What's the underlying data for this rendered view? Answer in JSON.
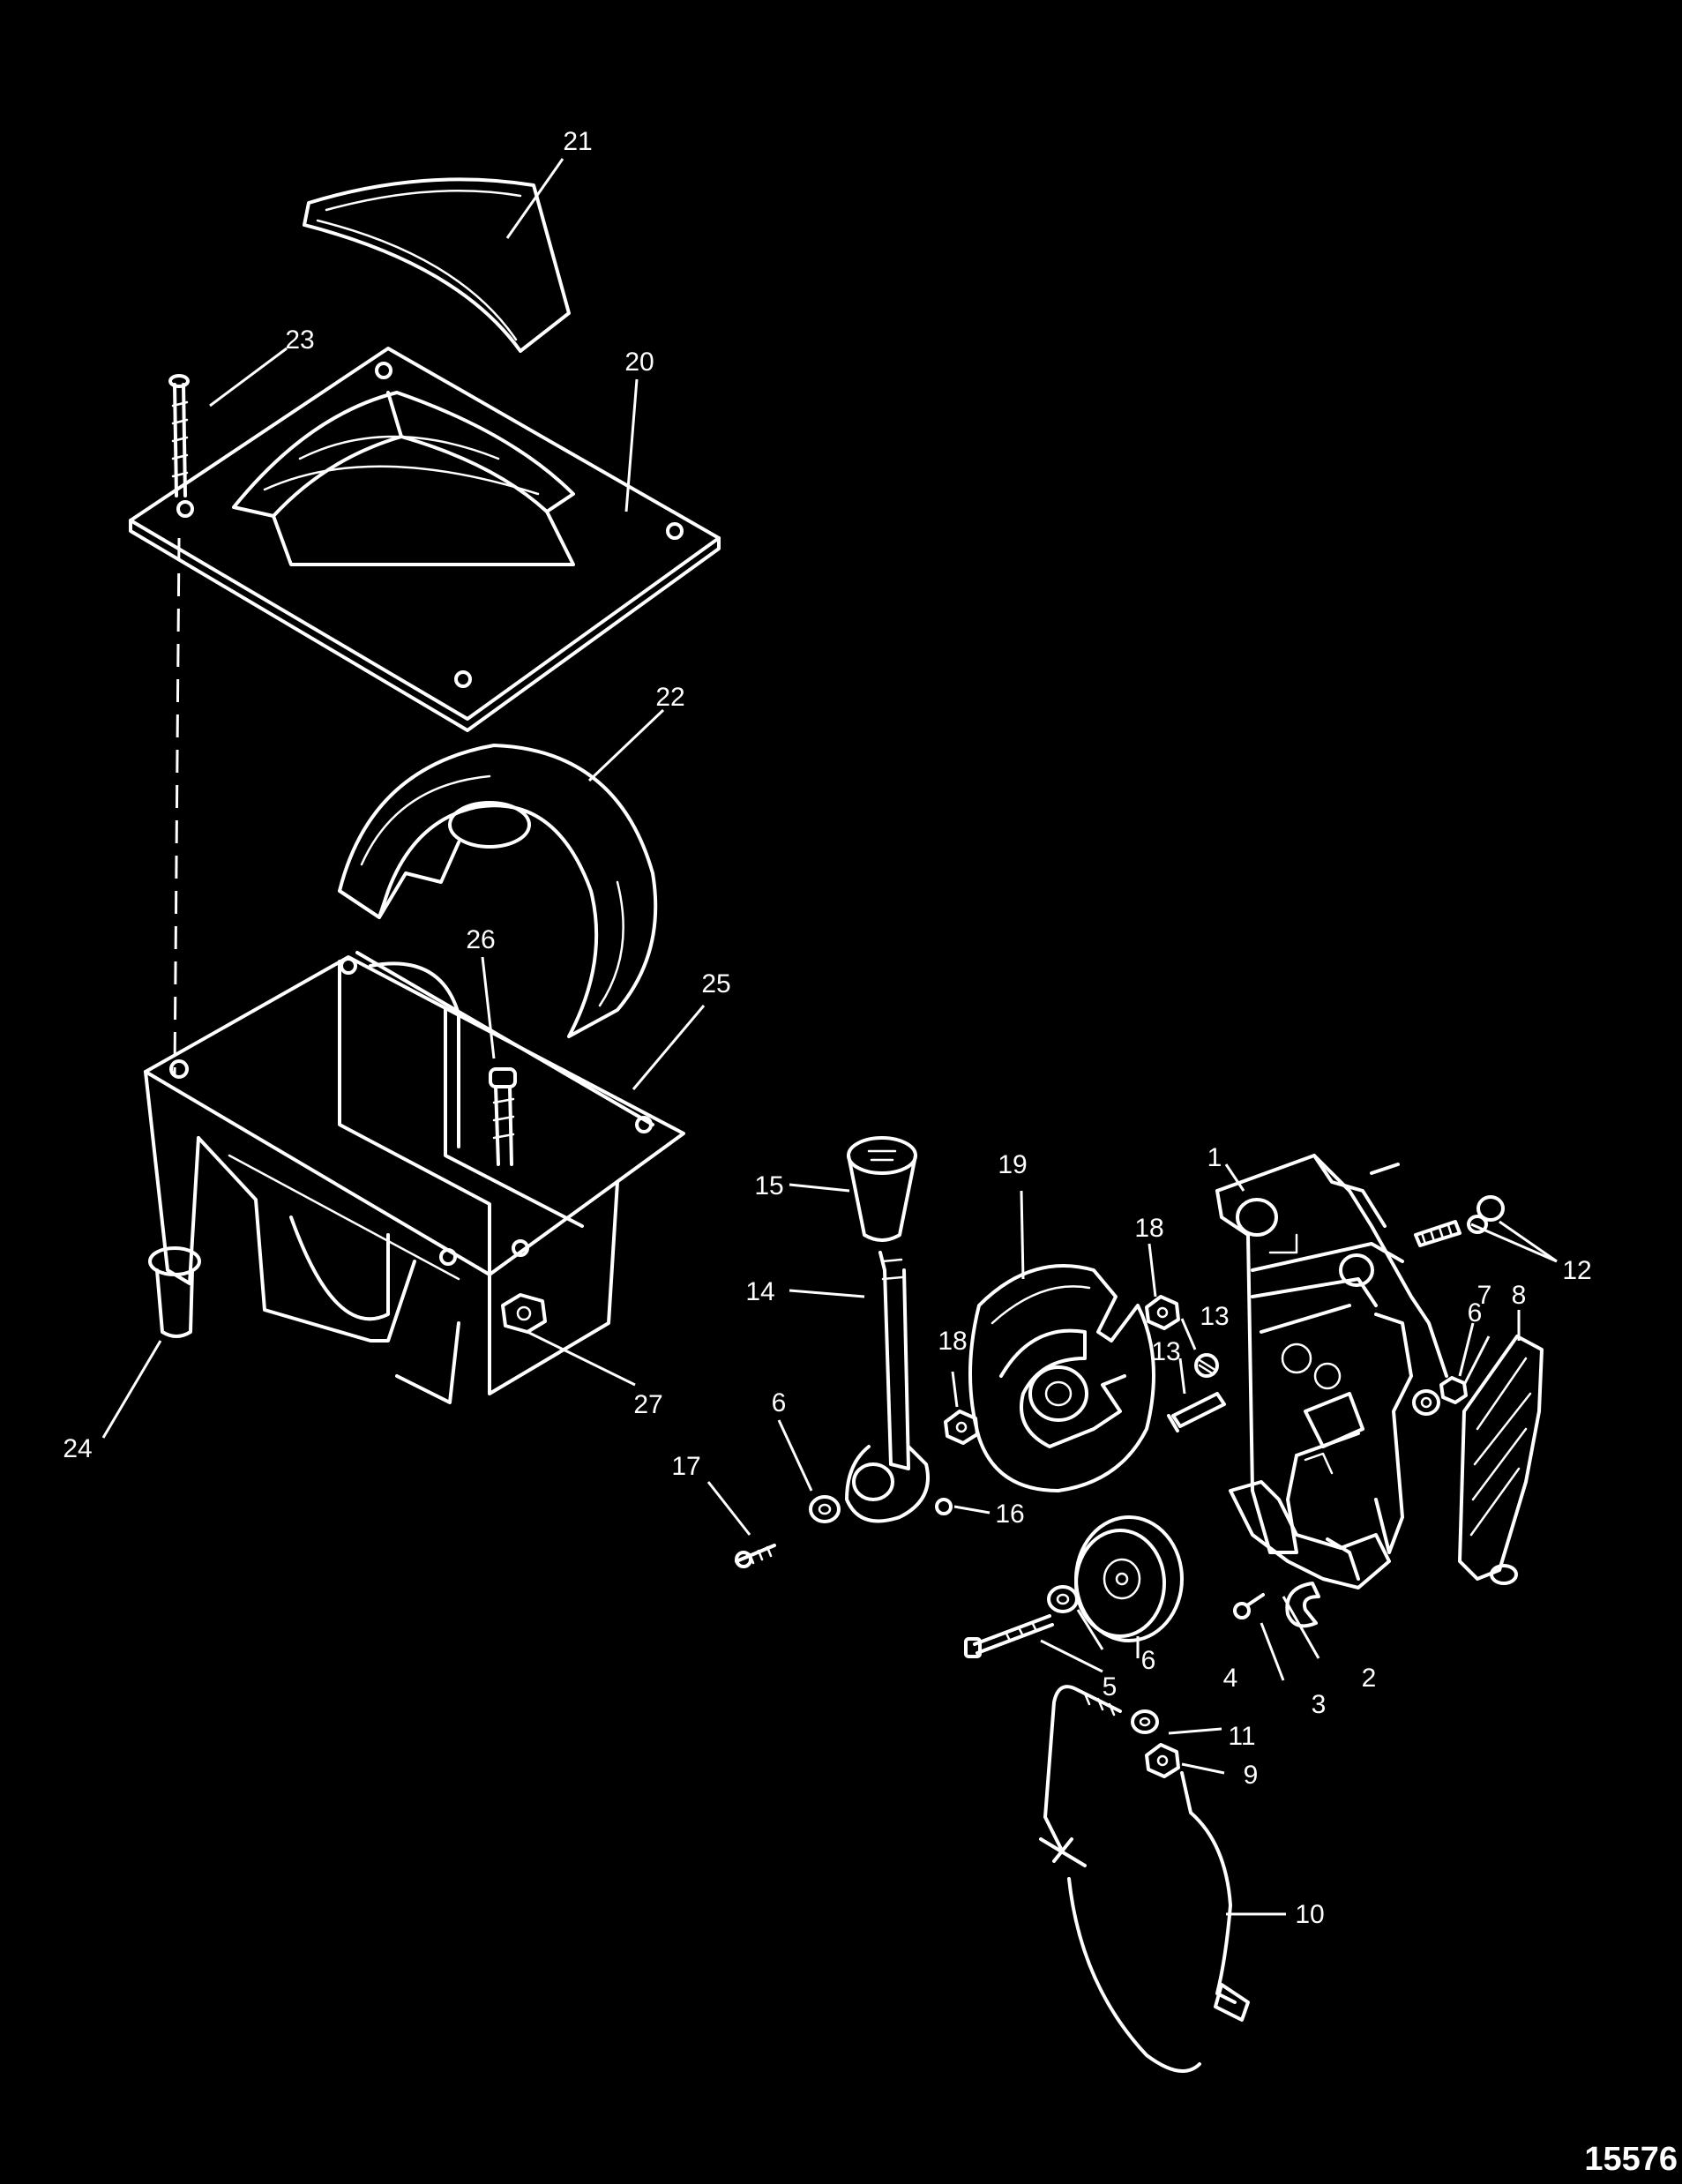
{
  "callouts": {
    "c1": "1",
    "c2": "2",
    "c3": "3",
    "c4": "4",
    "c5": "5",
    "c6a": "6",
    "c6b": "6",
    "c6c": "6",
    "c7": "7",
    "c8": "8",
    "c9": "9",
    "c10": "10",
    "c11": "11",
    "c12": "12",
    "c13a": "13",
    "c13b": "13",
    "c14": "14",
    "c15": "15",
    "c16": "16",
    "c17": "17",
    "c18a": "18",
    "c18b": "18",
    "c19": "19",
    "c20": "20",
    "c21": "21",
    "c22": "22",
    "c23": "23",
    "c24": "24",
    "c25": "25",
    "c26": "26",
    "c27": "27"
  },
  "figure_number": "15576"
}
